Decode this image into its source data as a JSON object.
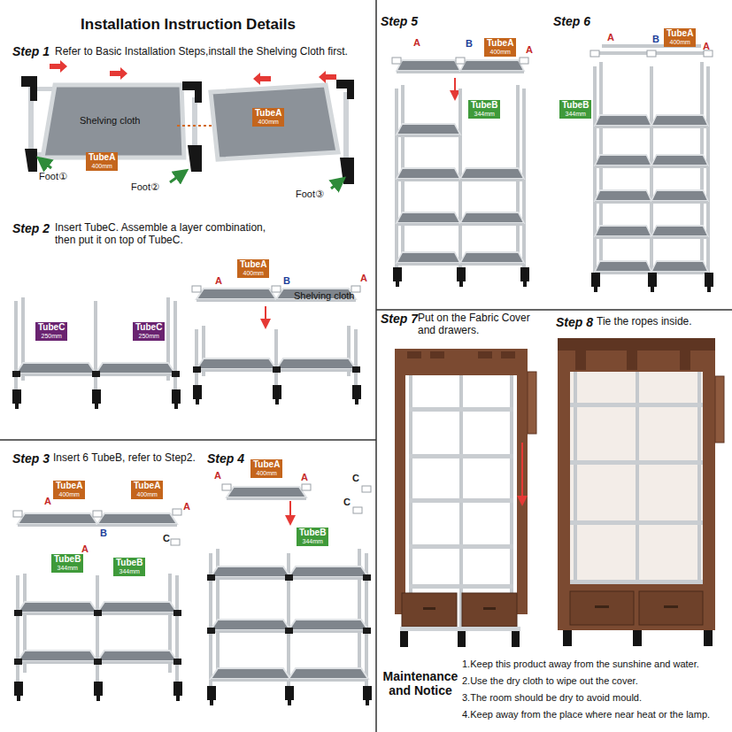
{
  "diagram": {
    "title": "Installation Instruction Details",
    "nodes": [
      {
        "text": [
          "TubeA",
          "400mm"
        ]
      },
      {
        "text": [
          "TubeA",
          "400mm"
        ]
      },
      {
        "text": [
          "TubeC",
          "250mm"
        ]
      },
      {
        "text": [
          "TubeC",
          "250mm"
        ]
      },
      {
        "text": [
          "TubeA",
          "400mm"
        ]
      },
      {
        "text": [
          "TubeA",
          "400mm"
        ]
      },
      {
        "text": [
          "TubeA",
          "400mm"
        ]
      },
      {
        "text": [
          "TubeB",
          "344mm"
        ]
      },
      {
        "text": [
          "TubeB",
          "344mm"
        ]
      },
      {
        "text": [
          "TubeA",
          "400mm"
        ]
      },
      {
        "text": [
          "TubeB",
          "344mm"
        ]
      },
      {
        "text": [
          "TubeA",
          "400mm"
        ]
      },
      {
        "text": [
          "TubeB",
          "344mm"
        ]
      },
      {
        "text": [
          "TubeA",
          "400mm"
        ]
      },
      {
        "text": [
          "TubeB",
          "344mm"
        ]
      }
    ],
    "labels": [
      "Step 1",
      "Refer to Basic Installation Steps,install the Shelving Cloth first.",
      "Shelving cloth",
      "Foot①",
      "Foot②",
      "Foot③",
      "Step 2",
      "Insert TubeC. Assemble a layer combination, then put it on top of TubeC.",
      "A",
      "B",
      "A",
      "Shelving cloth",
      "Step 3",
      "Insert 6 TubeB, refer to Step2.",
      "Step 4",
      "A",
      "B",
      "A",
      "C",
      "A",
      "A",
      "A",
      "C",
      "C",
      "Step 5",
      "A",
      "B",
      "A",
      "Step 6",
      "A",
      "B",
      "A",
      "Step 7",
      "Put on the Fabric Cover and drawers.",
      "Step 8",
      "Tie the ropes inside.",
      "Maintenance and Notice",
      "1.Keep this product away from the sunshine and water.",
      "2.Use the dry cloth to wipe out the cover.",
      "3.The room should be dry to avoid mould.",
      "4.Keep away from the place where near heat or the lamp."
    ]
  }
}
